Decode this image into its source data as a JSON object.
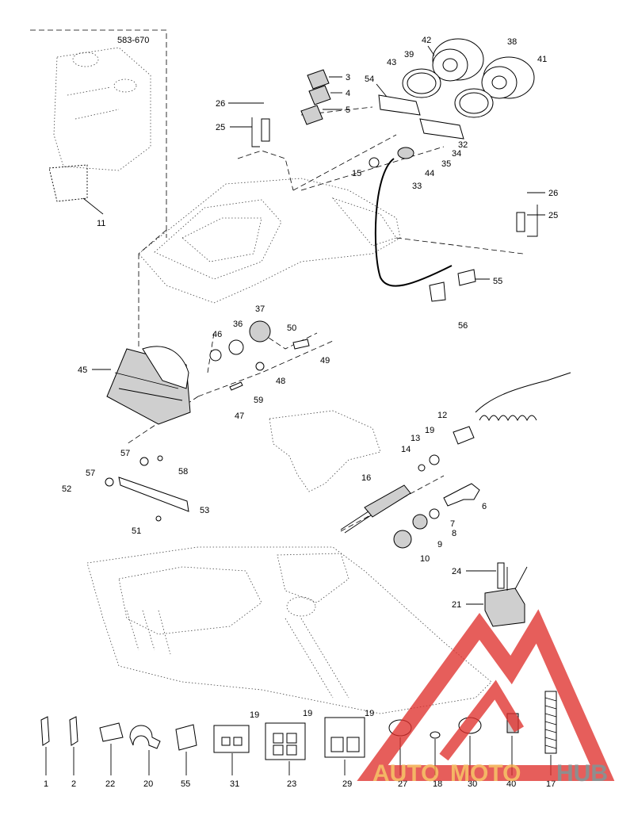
{
  "ref_code": "583-670",
  "callouts": [
    "3",
    "4",
    "5",
    "11",
    "26",
    "25",
    "54",
    "42",
    "38",
    "39",
    "43",
    "41",
    "32",
    "34",
    "35",
    "15",
    "33",
    "44",
    "26b",
    "25b",
    "55",
    "56",
    "37",
    "36",
    "46",
    "50",
    "49",
    "45",
    "48",
    "59",
    "47",
    "12",
    "19",
    "13",
    "14",
    "16",
    "6",
    "7",
    "8",
    "9",
    "10",
    "57",
    "58",
    "52",
    "53",
    "51",
    "24",
    "21"
  ],
  "callout_text": {
    "c3": "3",
    "c4": "4",
    "c5": "5",
    "c11": "11",
    "c26": "26",
    "c25": "25",
    "c54": "54",
    "c42": "42",
    "c38": "38",
    "c39": "39",
    "c43": "43",
    "c41": "41",
    "c32": "32",
    "c34": "34",
    "c35": "35",
    "c15": "15",
    "c33": "33",
    "c44": "44",
    "c26b": "26",
    "c25b": "25",
    "c55": "55",
    "c56": "56",
    "c37": "37",
    "c36": "36",
    "c46": "46",
    "c50": "50",
    "c49": "49",
    "c45": "45",
    "c48": "48",
    "c59": "59",
    "c47": "47",
    "c12": "12",
    "c19": "19",
    "c13": "13",
    "c14": "14",
    "c16": "16",
    "c6": "6",
    "c7": "7",
    "c8": "8",
    "c9": "9",
    "c10": "10",
    "c57": "57",
    "c58": "58",
    "c57b": "57",
    "c52": "52",
    "c53": "53",
    "c51": "51",
    "c24": "24",
    "c21": "21"
  },
  "bottom_parts": {
    "p1": "1",
    "p2": "2",
    "p22": "22",
    "p20": "20",
    "p55": "55",
    "p31": "31",
    "p23": "23",
    "p29": "29",
    "p27": "27",
    "p18": "18",
    "p30": "30",
    "p40": "40",
    "p17": "17"
  },
  "connector_note": "19",
  "watermark": {
    "text_part1": "AUTO",
    "text_part2": "MOTO",
    "text_part3": "HUB",
    "color_red": "#e0312e",
    "color_orange": "#f2a23a",
    "color_gray": "#6f6f6f"
  }
}
